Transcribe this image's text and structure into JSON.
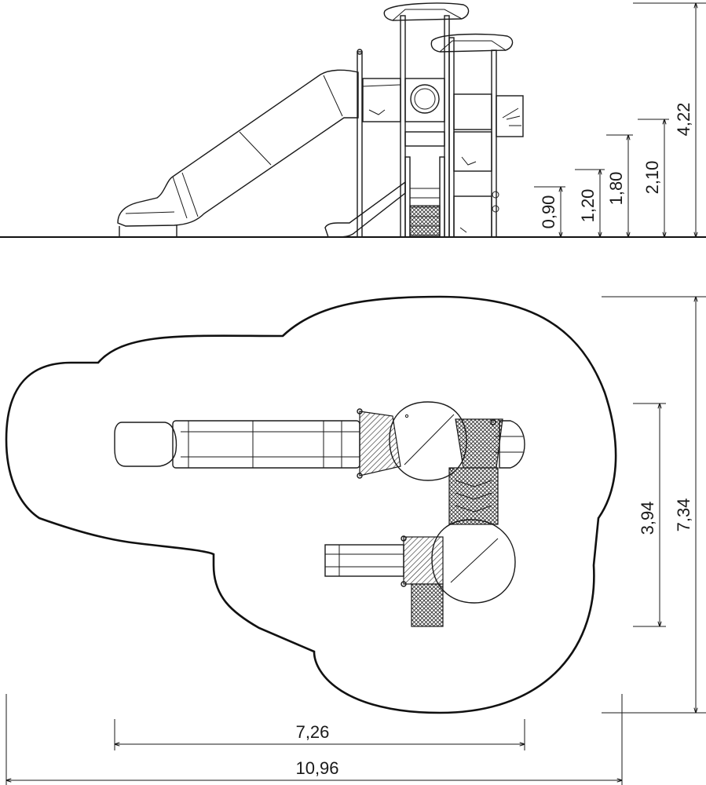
{
  "elevation_dimensions": {
    "d090": "0,90",
    "d120": "1,20",
    "d180": "1,80",
    "d210": "2,10",
    "d422": "4,22"
  },
  "plan_dimensions": {
    "depth_total": "7,34",
    "depth_inner": "3,94",
    "width_inner": "7,26",
    "width_total": "10,96"
  }
}
